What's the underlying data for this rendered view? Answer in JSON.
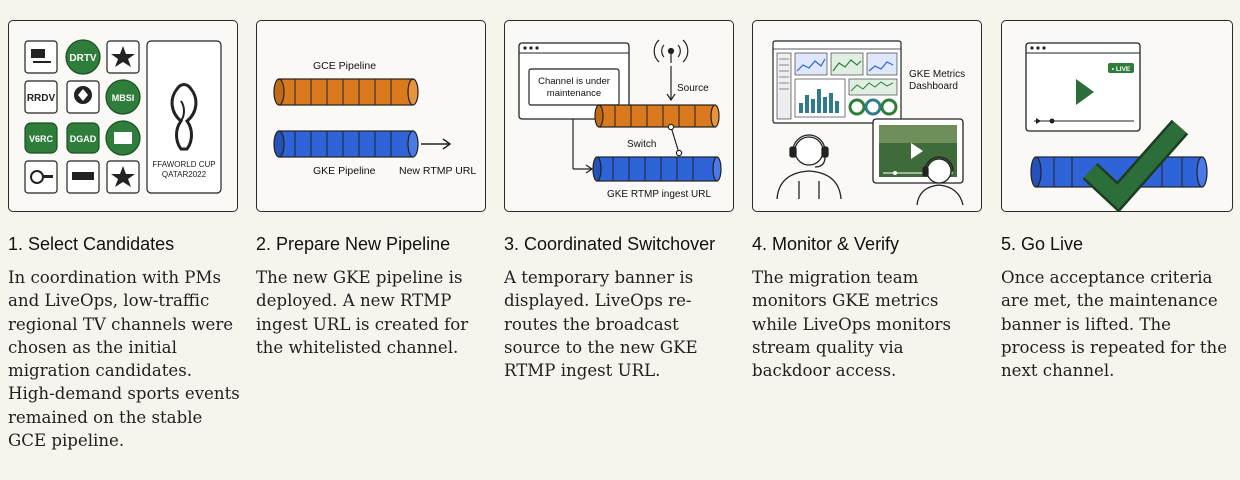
{
  "steps": [
    {
      "title": "1. Select Candidates",
      "body": "In coordination with PMs and LiveOps, low-traffic regional TV channels were chosen as the initial migration candidates. High-demand sports events remained on the stable GCE pipeline.",
      "channel_logos": [
        "DRTV",
        "MBSI",
        "RRDV",
        "V6RC",
        "DGAD"
      ],
      "event_logo": "FFAWORLD CUP QATAR2022"
    },
    {
      "title": "2. Prepare New Pipeline",
      "body": "The new GKE pipeline is deployed. A new RTMP ingest URL is created for the whitelisted channel.",
      "labels": {
        "gce_pipeline": "GCE Pipeline",
        "gke_pipeline": "GKE Pipeline",
        "new_rtmp_url": "New RTMP URL"
      }
    },
    {
      "title": "3. Coordinated Switchover",
      "body": "A temporary banner is displayed. LiveOps re-routes the broadcast source to the new GKE RTMP ingest URL.",
      "labels": {
        "banner": "Channel is under maintenance",
        "banner_line1": "Channel is under",
        "banner_line2": "maintenance",
        "source": "Source",
        "switch": "Switch",
        "ingest_url": "GKE RTMP ingest URL"
      }
    },
    {
      "title": "4. Monitor & Verify",
      "body": "The migration team monitors GKE metrics while LiveOps monitors stream quality via backdoor access.",
      "labels": {
        "dashboard_line1": "GKE Metrics",
        "dashboard_line2": "Dashboard"
      }
    },
    {
      "title": "5. Go Live",
      "body": "Once acceptance criteria are met, the maintenance banner is lifted. The process is repeated for the next channel.",
      "labels": {
        "live_badge": "• LIVE"
      }
    }
  ],
  "colors": {
    "gce_orange": "#d97a1e",
    "gke_blue": "#2f63d8",
    "channel_green": "#2e7d3a",
    "check_green": "#2c6e3a"
  }
}
